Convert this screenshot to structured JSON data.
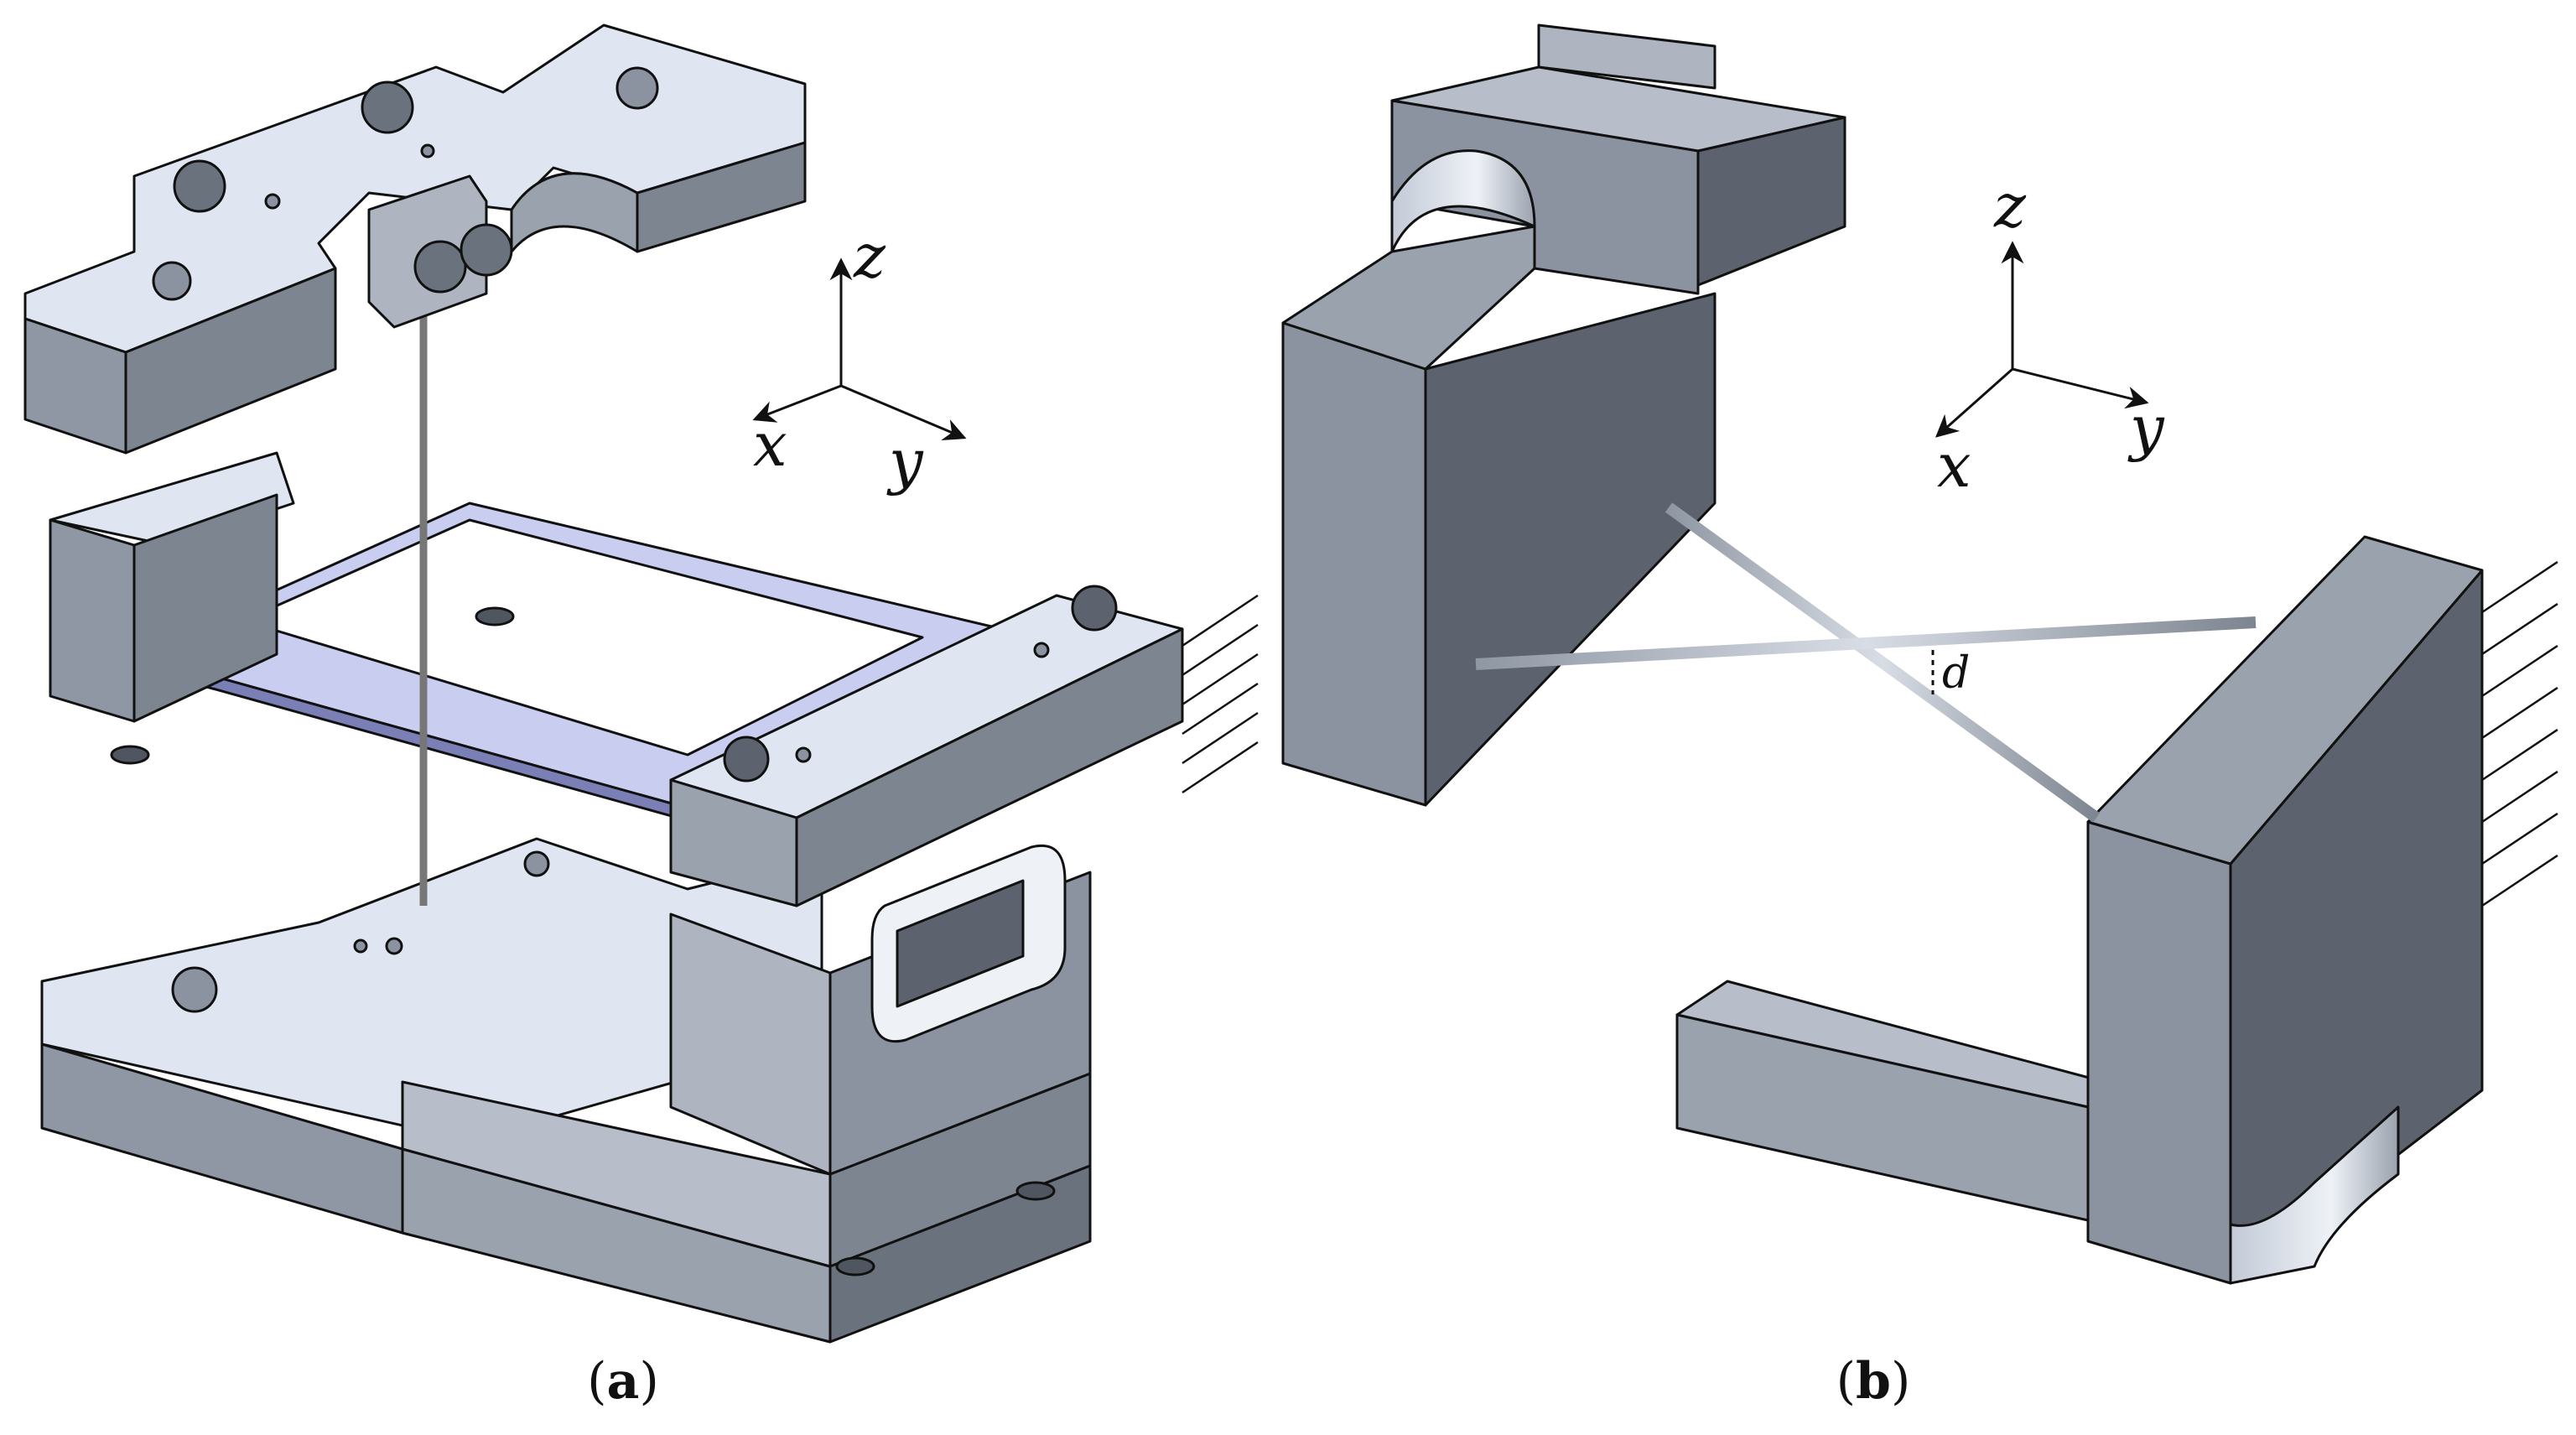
{
  "panel_a": {
    "caption_letter": "a",
    "axes": {
      "z": "z",
      "x": "x",
      "y": "y"
    }
  },
  "panel_b": {
    "caption_letter": "b",
    "axes": {
      "z": "z",
      "x": "x",
      "y": "y"
    },
    "distance_label": "d"
  },
  "colors": {
    "metal_top": "#dfe6f2",
    "metal_side": "#8b93a0",
    "metal_dark": "#5c636e",
    "flexure": "#c9cdf0",
    "edge": "#111111"
  }
}
